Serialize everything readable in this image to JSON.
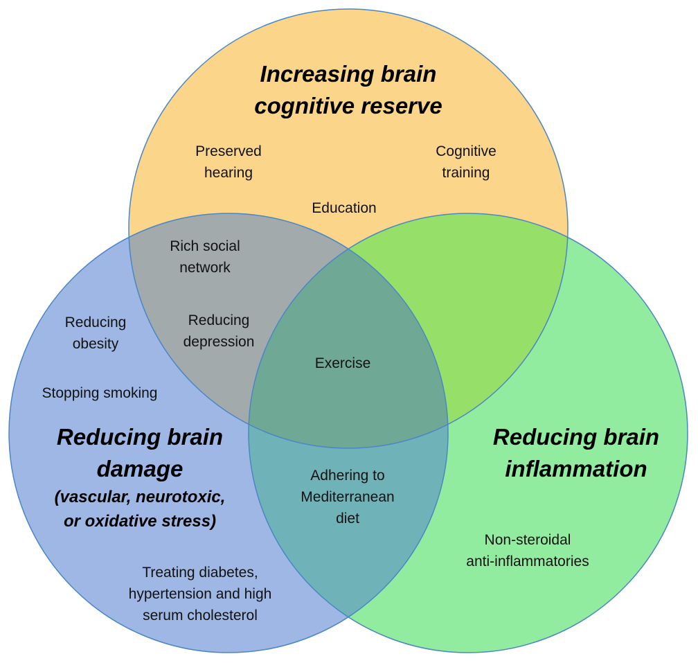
{
  "colors": {
    "top_circle": "#fad58a",
    "left_circle": "#9fb7e4",
    "right_circle": "#92ec9f",
    "top_left_overlap": "#a3aaab",
    "top_right_overlap": "#96e069",
    "left_right_overlap": "#6fb3b8",
    "center_overlap": "#6fa995",
    "circle_stroke": "#4a86c5"
  },
  "circles": {
    "top": {
      "title_lines": [
        "Increasing brain",
        "cognitive reserve"
      ]
    },
    "left": {
      "title_lines": [
        "Reducing brain",
        "damage"
      ],
      "subtitle_lines": [
        "(vascular, neurotoxic,",
        "or oxidative stress)"
      ]
    },
    "right": {
      "title_lines": [
        "Reducing brain",
        "inflammation"
      ]
    }
  },
  "items": {
    "preserved_hearing": [
      "Preserved",
      "hearing"
    ],
    "cognitive_training": [
      "Cognitive",
      "training"
    ],
    "education": [
      "Education"
    ],
    "rich_social_network": [
      "Rich social",
      "network"
    ],
    "reducing_depression": [
      "Reducing",
      "depression"
    ],
    "reducing_obesity": [
      "Reducing",
      "obesity"
    ],
    "stopping_smoking": [
      "Stopping smoking"
    ],
    "exercise": [
      "Exercise"
    ],
    "mediterranean_diet": [
      "Adhering to",
      "Mediterranean",
      "diet"
    ],
    "nsaids": [
      "Non-steroidal",
      "anti-inflammatories"
    ],
    "treating_diabetes": [
      "Treating diabetes,",
      "hypertension and high",
      "serum cholesterol"
    ]
  }
}
